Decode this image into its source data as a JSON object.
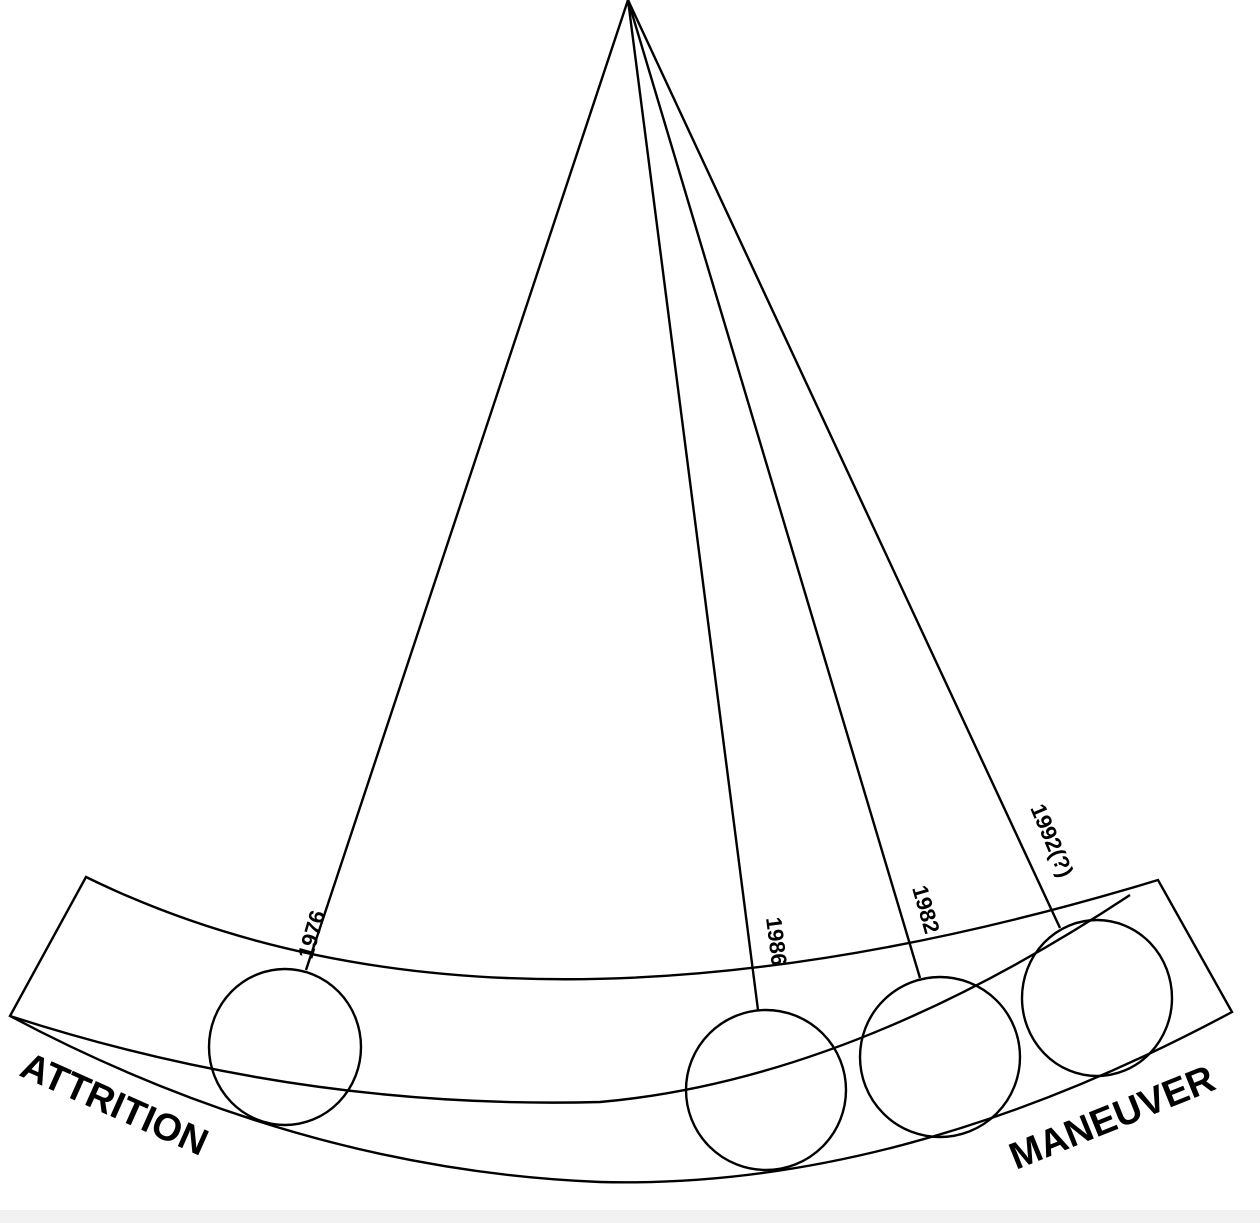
{
  "diagram": {
    "type": "pendulum",
    "left_label": "ATTRITION",
    "right_label": "MANEUVER",
    "positions": [
      {
        "label": "1976"
      },
      {
        "label": "1986"
      },
      {
        "label": "1982"
      },
      {
        "label": "1992(?)"
      }
    ],
    "stroke_color": "#000000"
  }
}
